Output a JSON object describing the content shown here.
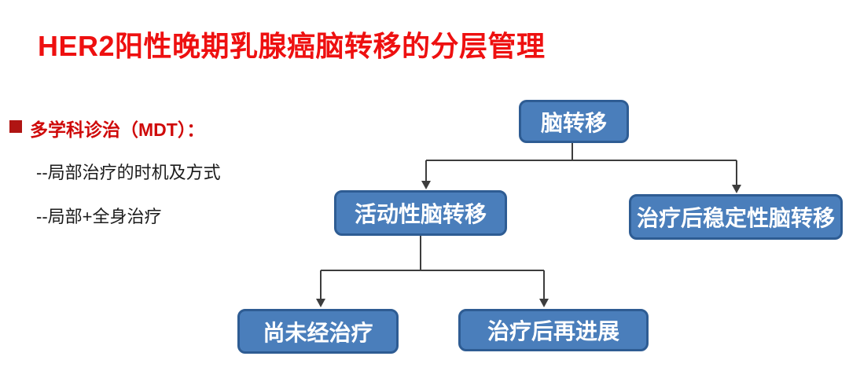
{
  "slide": {
    "title": "HER2阳性晚期乳腺癌脑转移的分层管理",
    "bullet": {
      "heading": "多学科诊治（MDT）：",
      "items": [
        "--局部治疗的时机及方式",
        "--局部+全身治疗"
      ]
    },
    "flowchart": {
      "root": {
        "label": "脑转移"
      },
      "level2": [
        {
          "label": "活动性脑转移"
        },
        {
          "label": "治疗后稳定性脑转移"
        }
      ],
      "level3": [
        {
          "label": "尚未经治疗"
        },
        {
          "label": "治疗后再进展"
        }
      ]
    }
  },
  "colors": {
    "title_red": "#ee1010",
    "bullet_red": "#cf0a0a",
    "bullet_square": "#b01513",
    "text_black": "#1c1c1c",
    "box_fill": "#4a7ebb",
    "box_border": "#2e5c93",
    "connector": "#3d3d3d"
  }
}
